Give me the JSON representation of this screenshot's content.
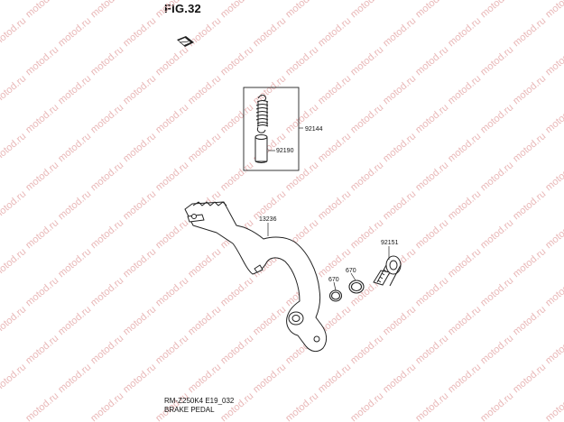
{
  "figure": {
    "title": "FIG.32"
  },
  "watermark": {
    "text": "motod.ru",
    "color": "#e9b8b8"
  },
  "parts": [
    {
      "id": "spring-box",
      "number": "92144"
    },
    {
      "id": "collar",
      "number": "92190"
    },
    {
      "id": "brake-pedal",
      "number": "13236"
    },
    {
      "id": "pivot-bolt",
      "number": "92151"
    },
    {
      "id": "o-ring-outer",
      "number": "670"
    },
    {
      "id": "o-ring-inner",
      "number": "670"
    }
  ],
  "footer": {
    "model_code": "RM-Z250K4 E19_032",
    "caption": "BRAKE PEDAL"
  }
}
